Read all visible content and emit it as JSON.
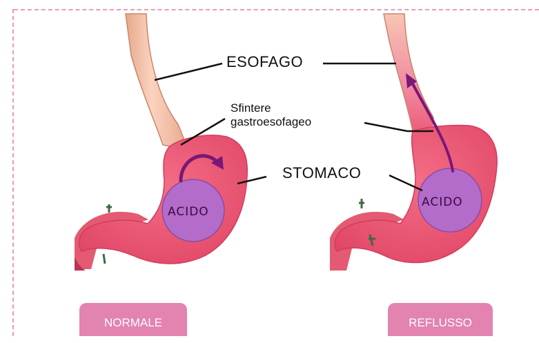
{
  "labels": {
    "esophagus": "ESOFAGO",
    "sphincter_line1": "Sfintere",
    "sphincter_line2": "gastroesofageo",
    "stomach": "STOMACO"
  },
  "acid_labels": {
    "left": "ACIDO",
    "right": "ACIDO"
  },
  "tabs": {
    "left": "NORMALE",
    "right": "REFLUSSO"
  },
  "colors": {
    "frame_dash": "#e99ab8",
    "tab_bg": "#e283b0",
    "esophagus": "#f8c8b0",
    "stomach": "#ec5470",
    "acid": "#b36cc9",
    "arrow": "#7a1778"
  }
}
